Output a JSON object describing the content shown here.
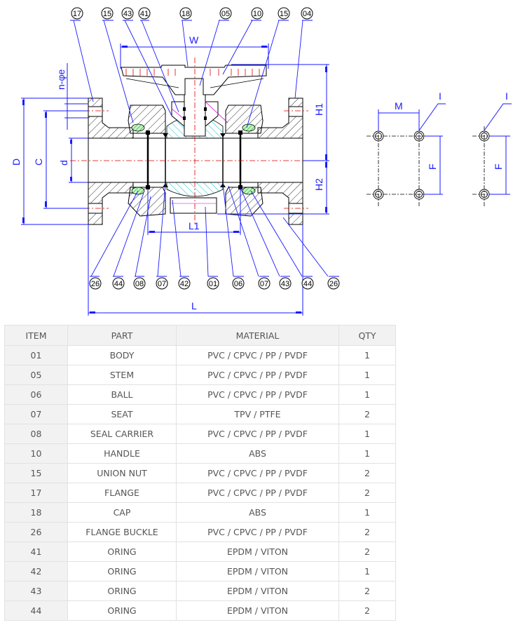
{
  "drawing": {
    "title": "Ball valve cross-section drawing",
    "callouts_top": [
      "17",
      "15",
      "43",
      "41",
      "18",
      "05",
      "10",
      "15",
      "04"
    ],
    "callouts_bottom": [
      "26",
      "44",
      "08",
      "07",
      "42",
      "01",
      "06",
      "07",
      "43",
      "44",
      "26"
    ],
    "dimensions": {
      "W": "W",
      "H1": "H1",
      "H2": "H2",
      "D": "D",
      "C": "C",
      "d": "d",
      "n_phi_e": "n-φe",
      "L": "L",
      "L1": "L1",
      "M": "M",
      "F_left": "F",
      "F_right": "F",
      "I_left": "I",
      "I_right": "I"
    },
    "colors": {
      "dimension_blue": "#1a1aff",
      "centerline_red": "#e00000",
      "seal_green": "#22bb22",
      "ball_cyan": "#00c8d8",
      "stem_magenta": "#d000d0",
      "outline_black": "#000000"
    }
  },
  "table": {
    "headers": [
      "ITEM",
      "PART",
      "MATERIAL",
      "QTY"
    ],
    "rows": [
      [
        "01",
        "BODY",
        "PVC / CPVC / PP / PVDF",
        "1"
      ],
      [
        "05",
        "STEM",
        "PVC / CPVC / PP / PVDF",
        "1"
      ],
      [
        "06",
        "BALL",
        "PVC / CPVC / PP / PVDF",
        "1"
      ],
      [
        "07",
        "SEAT",
        "TPV / PTFE",
        "2"
      ],
      [
        "08",
        "SEAL CARRIER",
        "PVC / CPVC / PP / PVDF",
        "1"
      ],
      [
        "10",
        "HANDLE",
        "ABS",
        "1"
      ],
      [
        "15",
        "UNION NUT",
        "PVC / CPVC / PP / PVDF",
        "2"
      ],
      [
        "17",
        "FLANGE",
        "PVC / CPVC / PP / PVDF",
        "2"
      ],
      [
        "18",
        "CAP",
        "ABS",
        "1"
      ],
      [
        "26",
        "FLANGE BUCKLE",
        "PVC / CPVC / PP / PVDF",
        "2"
      ],
      [
        "41",
        "ORING",
        "EPDM / VITON",
        "2"
      ],
      [
        "42",
        "ORING",
        "EPDM / VITON",
        "1"
      ],
      [
        "43",
        "ORING",
        "EPDM / VITON",
        "2"
      ],
      [
        "44",
        "ORING",
        "EPDM / VITON",
        "2"
      ]
    ]
  }
}
